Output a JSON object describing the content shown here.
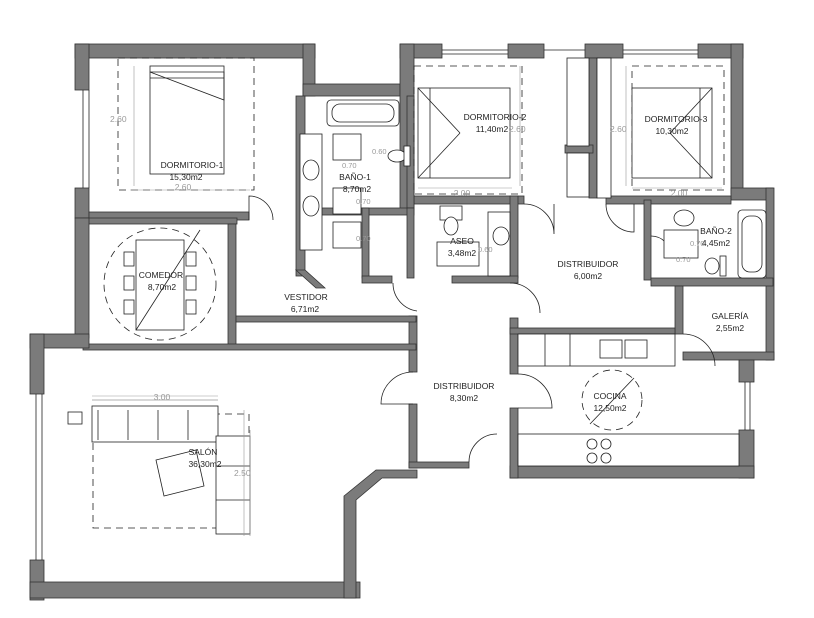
{
  "rooms": {
    "dormitorio1": {
      "name": "DORMITORIO-1",
      "area": "15,30m2"
    },
    "dormitorio2": {
      "name": "DORMITORIO-2",
      "area": "11,40m2"
    },
    "dormitorio3": {
      "name": "DORMITORIO-3",
      "area": "10,30m2"
    },
    "bano1": {
      "name": "BAÑO-1",
      "area": "8,70m2"
    },
    "bano2": {
      "name": "BAÑO-2",
      "area": "4,45m2"
    },
    "aseo": {
      "name": "ASEO",
      "area": "3,48m2"
    },
    "comedor": {
      "name": "COMEDOR",
      "area": "8,70m2"
    },
    "vestidor": {
      "name": "VESTIDOR",
      "area": "6,71m2"
    },
    "distribuidor1": {
      "name": "DISTRIBUIDOR",
      "area": "6,00m2"
    },
    "distribuidor2": {
      "name": "DISTRIBUIDOR",
      "area": "8,30m2"
    },
    "galeria": {
      "name": "GALERÍA",
      "area": "2,55m2"
    },
    "cocina": {
      "name": "COCINA",
      "area": "12,50m2"
    },
    "salon": {
      "name": "SALÓN",
      "area": "36,30m2"
    }
  },
  "dimensions": {
    "d1_height": "2.60",
    "d1_width": "2.60",
    "d2_height": "2.60",
    "d2_width": "2.00",
    "d3_height": "2.60",
    "d3_width": "2.00",
    "salon_sofa_width": "3.00",
    "salon_sofa_depth": "2.50",
    "bano1_a": "0.60",
    "bano1_b": "0.70",
    "bano1_c": "0.70",
    "bano1_d": "0.70",
    "aseo_a": "0.60",
    "bano2_a": "0.70",
    "bano2_b": "0.70"
  },
  "colors": {
    "wall": "#7b7b7b",
    "line": "#222222",
    "dimension": "#9a9a9a"
  }
}
